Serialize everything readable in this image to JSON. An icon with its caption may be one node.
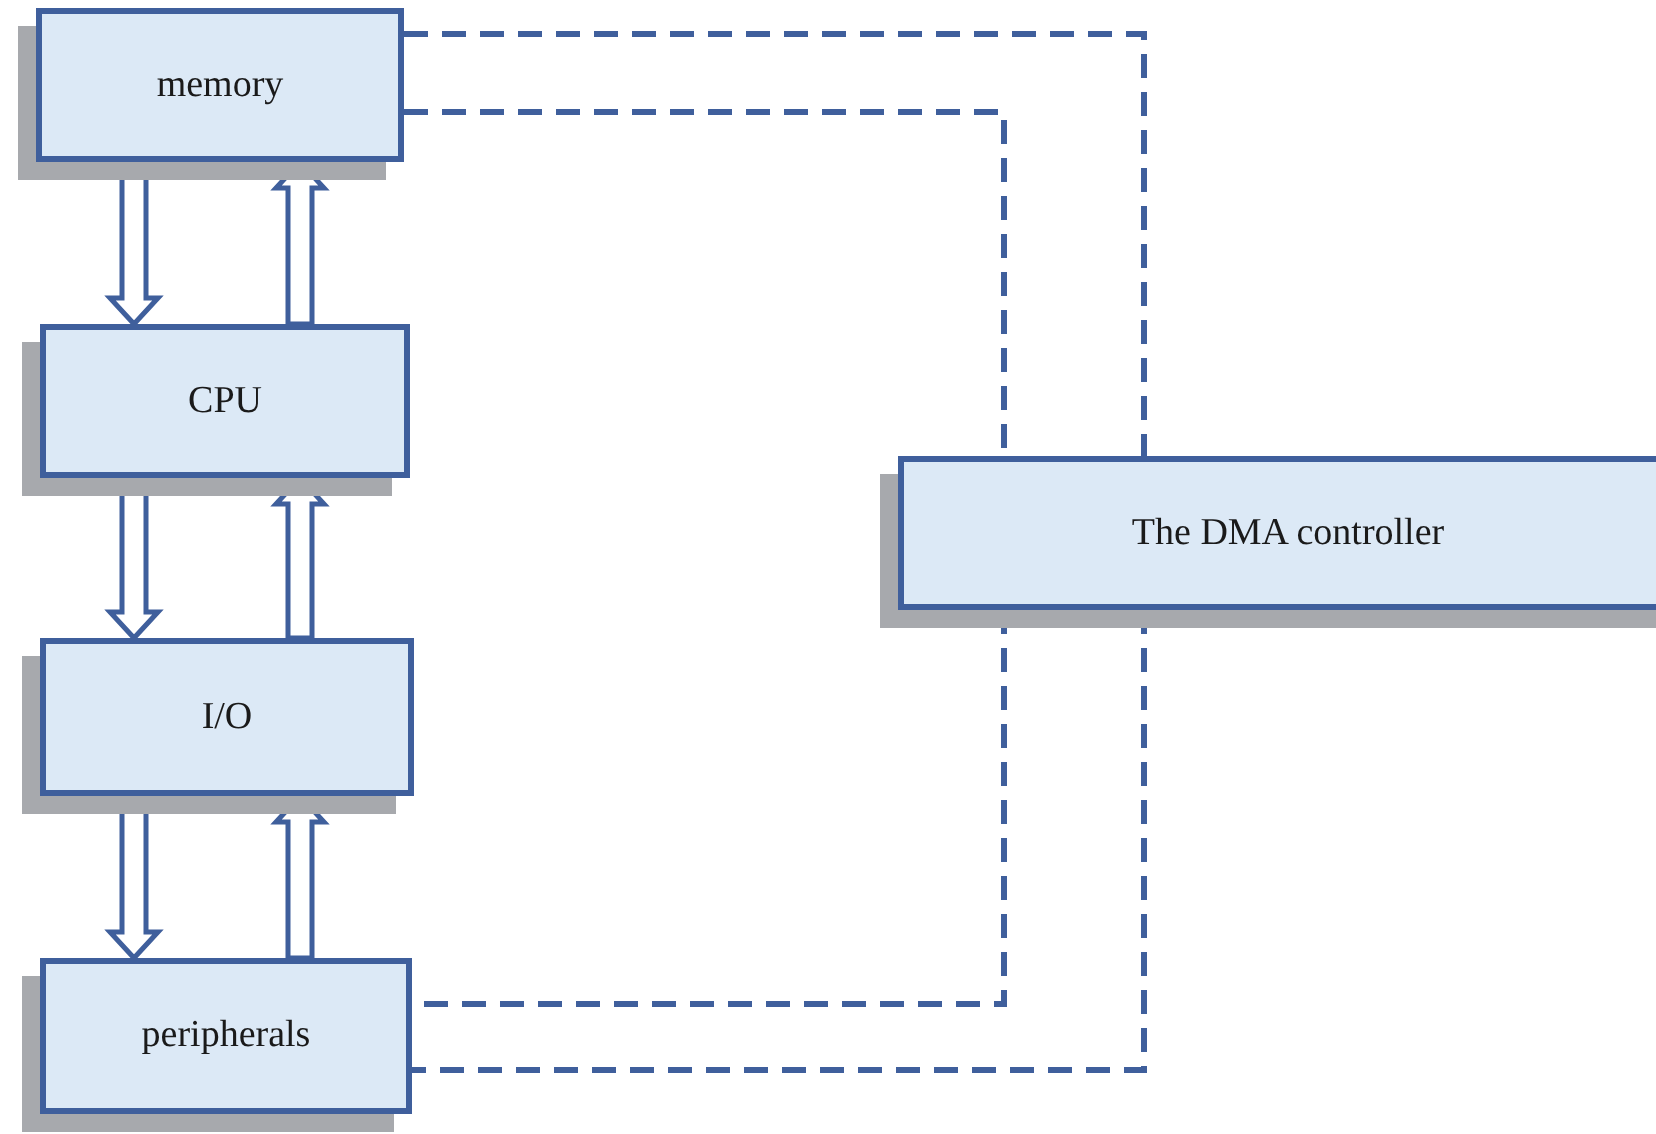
{
  "diagram": {
    "nodes": [
      {
        "text": [
          "memory"
        ]
      },
      {
        "text": [
          "CPU"
        ]
      },
      {
        "text": [
          "I/O"
        ]
      },
      {
        "text": [
          "peripherals"
        ]
      },
      {
        "text": [
          "The DMA controller"
        ]
      }
    ],
    "edges": [
      {
        "from": 0,
        "to": 1,
        "arrow": "to"
      },
      {
        "from": 1,
        "to": 0,
        "arrow": "to"
      },
      {
        "from": 1,
        "to": 2,
        "arrow": "to"
      },
      {
        "from": 2,
        "to": 1,
        "arrow": "to"
      },
      {
        "from": 2,
        "to": 3,
        "arrow": "to"
      },
      {
        "from": 3,
        "to": 2,
        "arrow": "to"
      },
      {
        "from": 0,
        "to": 4,
        "arrow": "none",
        "style": "dashed"
      },
      {
        "from": 0,
        "to": 4,
        "arrow": "none",
        "style": "dashed"
      },
      {
        "from": 4,
        "to": 3,
        "arrow": "none",
        "style": "dashed"
      },
      {
        "from": 4,
        "to": 3,
        "arrow": "none",
        "style": "dashed"
      }
    ]
  }
}
